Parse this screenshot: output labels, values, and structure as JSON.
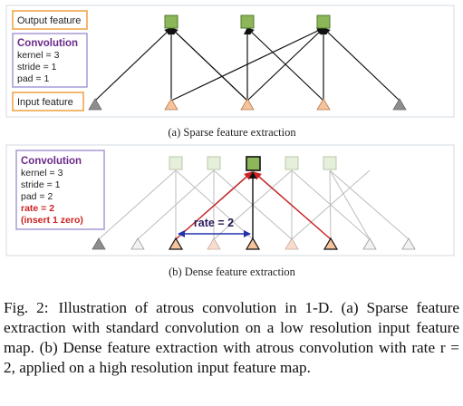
{
  "panel_a": {
    "output_label": "Output feature",
    "input_label": "Input feature",
    "params_title": "Convolution",
    "params": [
      "kernel = 3",
      "stride = 1",
      "pad = 1"
    ],
    "subcaption": "(a) Sparse feature extraction"
  },
  "panel_b": {
    "params_title": "Convolution",
    "params": [
      "kernel = 3",
      "stride = 1",
      "pad = 2"
    ],
    "params_highlight": [
      "rate = 2",
      "(insert 1 zero)"
    ],
    "rate_label": "rate = 2",
    "subcaption": "(b) Dense feature extraction"
  },
  "caption": {
    "prefix": "Fig. 2:",
    "text": "Illustration of atrous convolution in 1-D. (a) Sparse feature extraction with standard convolution on a low resolution input feature map. (b) Dense feature extraction with atrous convolution with rate r = 2, applied on a high resolution input feature map."
  },
  "colors": {
    "output_node": "#8db65a",
    "output_node_border": "#4e7a2a",
    "input_node": "#f6c39a",
    "input_node_border": "#b07a50",
    "pad_node": "#8e8e8e",
    "panel_border": "#cfd6df",
    "label_box_border": "#f0a040",
    "param_box_border": "#a99ad6",
    "param_title": "#6a2a8a",
    "highlight": "#cc2222",
    "rate_arrow": "#2233aa"
  }
}
